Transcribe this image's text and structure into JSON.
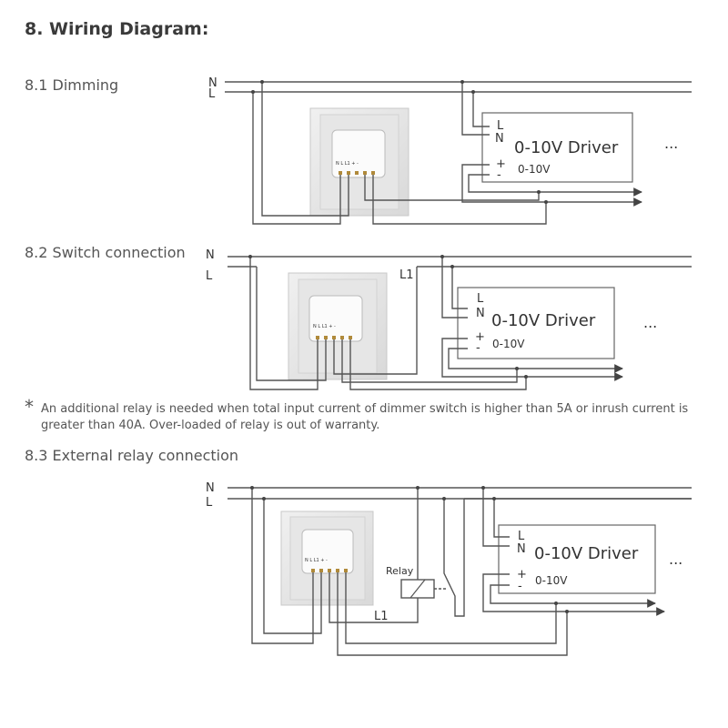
{
  "title": "8. Wiring Diagram:",
  "sections": {
    "dimming": "8.1 Dimming",
    "switch": "8.2 Switch connection",
    "relay": "8.3 External relay connection"
  },
  "note": {
    "symbol": "*",
    "text": "An additional relay is needed when total input current of dimmer switch is higher than 5A or inrush current is greater than 40A. Over-loaded of relay is out of warranty."
  },
  "labels": {
    "neutral": "N",
    "line": "L",
    "load_line": "L1",
    "relay": "Relay",
    "driver": "0-10V Driver",
    "driver_l": "L",
    "driver_n": "N",
    "plus": "+",
    "minus": "-",
    "dim_signal": "0-10V",
    "more": "...",
    "terminals": "N  L  L1 +  -"
  }
}
